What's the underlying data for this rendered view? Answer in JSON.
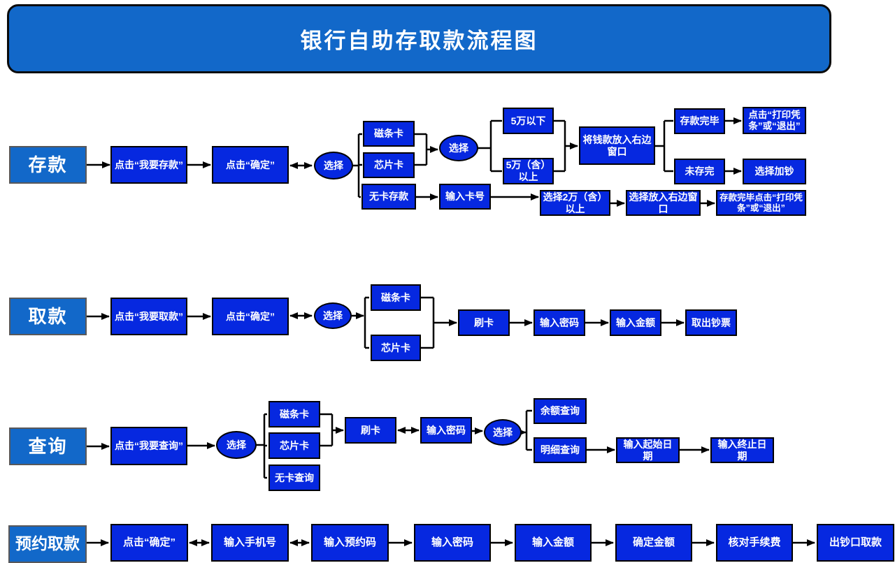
{
  "title": "银行自助存取款流程图",
  "colors": {
    "flow_box": "#0628e0",
    "lane_box": "#1268c9",
    "line": "#000000",
    "text": "#ffffff"
  },
  "lanes": {
    "deposit": {
      "label": "存款",
      "nodes": {
        "step1": "点击“我要存款”",
        "step2": "点击“确定”",
        "choose_card": "选择",
        "magnetic": "磁条卡",
        "chip": "芯片卡",
        "cardless": "无卡存款",
        "choose_amount": "选择",
        "under_50k": "5万以下",
        "over_50k": "5万（含）以上",
        "insert_money": "将钱款放入右边窗口",
        "finished": "存款完毕",
        "print_or_exit": "点击“打印凭条”或“退出”",
        "unfinished": "未存完",
        "add_cash": "选择加钞",
        "enter_card_no": "输入卡号",
        "choose_20k": "选择2万（含）以上",
        "put_right_window": "选择放入右边窗口",
        "finish_print_exit": "存款完毕点击“打印凭条”或“退出”"
      }
    },
    "withdraw": {
      "label": "取款",
      "nodes": {
        "step1": "点击“我要取款”",
        "step2": "点击“确定”",
        "choose": "选择",
        "magnetic": "磁条卡",
        "chip": "芯片卡",
        "swipe": "刷卡",
        "enter_pin": "输入密码",
        "enter_amount": "输入金额",
        "take_cash": "取出钞票"
      }
    },
    "query": {
      "label": "查询",
      "nodes": {
        "step1": "点击“我要查询”",
        "choose_card": "选择",
        "magnetic": "磁条卡",
        "chip": "芯片卡",
        "cardless": "无卡查询",
        "swipe": "刷卡",
        "enter_pin": "输入密码",
        "choose_type": "选择",
        "balance": "余额查询",
        "detail": "明细查询",
        "start_date": "输入起始日期",
        "end_date": "输入终止日期"
      }
    },
    "reserve": {
      "label": "预约取款",
      "nodes": {
        "step1": "点击“确定”",
        "phone": "输入手机号",
        "code": "输入预约码",
        "pin": "输入密码",
        "amount": "输入金额",
        "confirm_amount": "确定金额",
        "fee": "核对手续费",
        "dispense": "出钞口取款"
      }
    }
  }
}
